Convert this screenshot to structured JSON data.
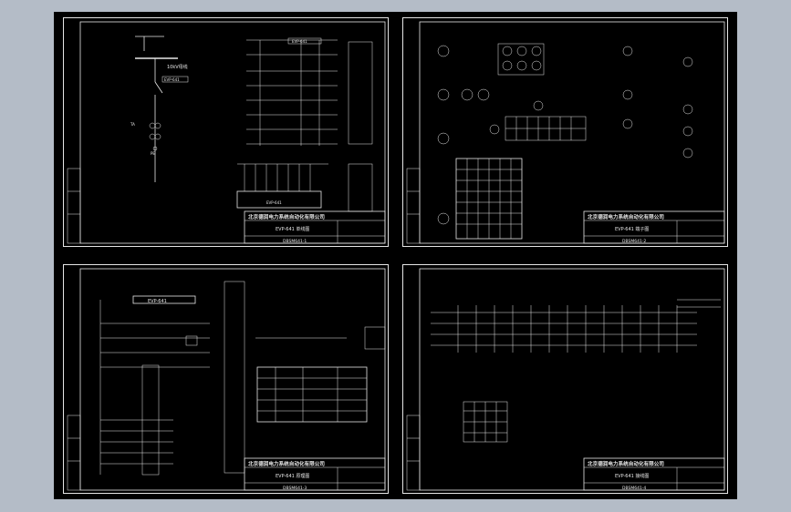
{
  "company": "北京德润电力系统自动化有限公司",
  "sheets": [
    {
      "id": "sheet1",
      "title": "EVP-641 单线图",
      "drawing_no": "DBSM641-1",
      "labels": {
        "voltage": "10kV母线",
        "device": "EVP-641",
        "bottom_device": "EVP-641",
        "ct_label": "TA",
        "ground_label": "PE"
      }
    },
    {
      "id": "sheet2",
      "title": "EVP-641 端子图",
      "drawing_no": "DBSM641-2"
    },
    {
      "id": "sheet3",
      "title": "EVP-641 原理图",
      "drawing_no": "DBSM641-3",
      "labels": {
        "device": "EVP-641"
      }
    },
    {
      "id": "sheet4",
      "title": "EVP-641 接线图",
      "drawing_no": "DBSM641-4"
    }
  ]
}
